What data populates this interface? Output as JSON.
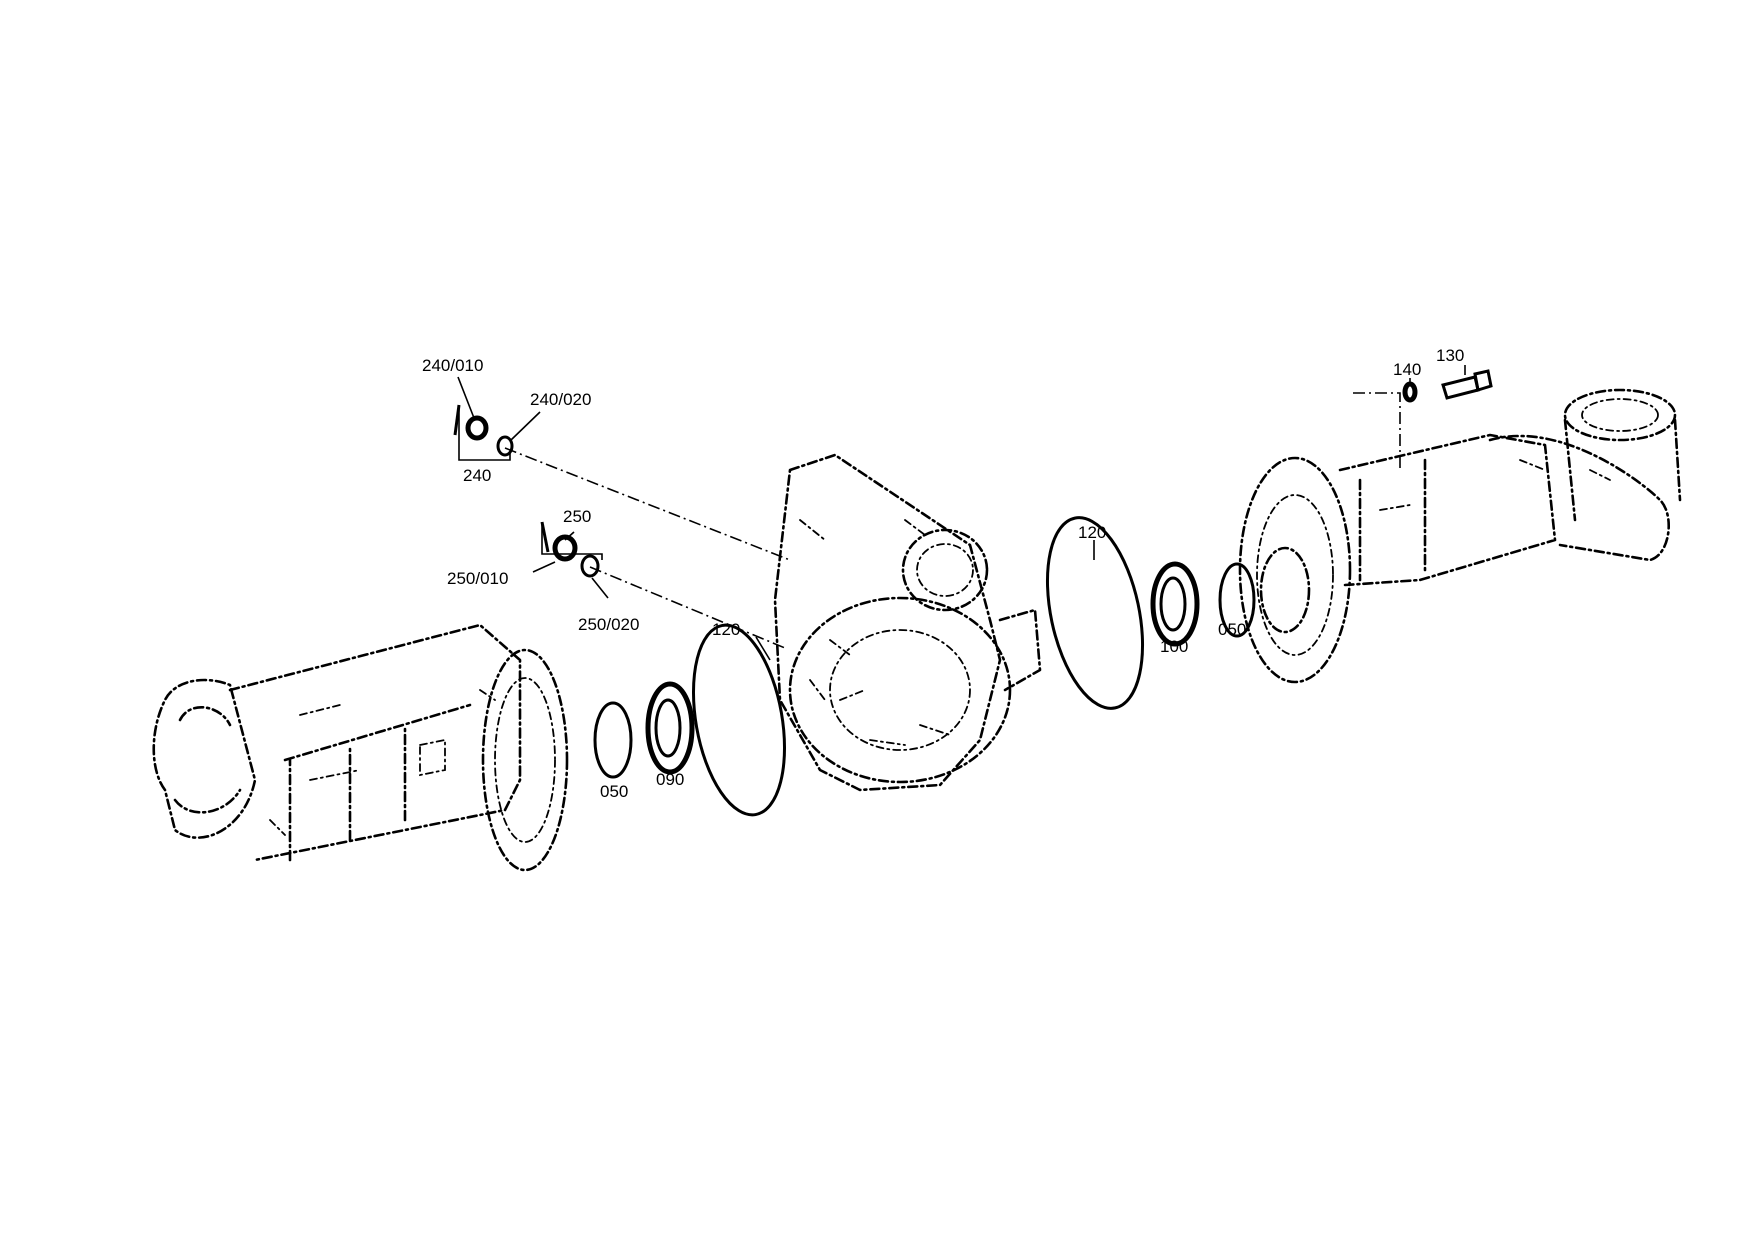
{
  "labels": {
    "p240_010": "240/010",
    "p240_020": "240/020",
    "p240": "240",
    "p250": "250",
    "p250_010": "250/010",
    "p250_020": "250/020",
    "p120_left": "120",
    "p120_right": "120",
    "p050_left": "050",
    "p090": "090",
    "p100": "100",
    "p050_right": "050",
    "p140": "140",
    "p130": "130"
  }
}
